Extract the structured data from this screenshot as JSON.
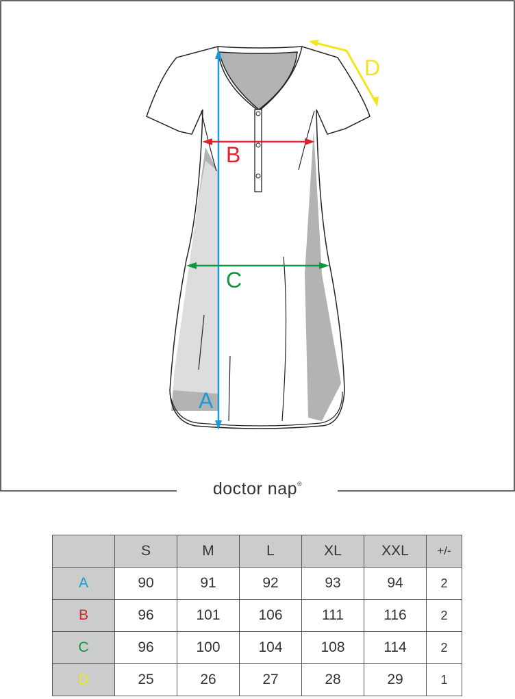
{
  "brand": {
    "name": "doctor nap",
    "mark": "®"
  },
  "diagram": {
    "labels": {
      "A": "A",
      "B": "B",
      "C": "C",
      "D": "D"
    },
    "colors": {
      "A": "#1a9ad6",
      "B": "#e0202a",
      "C": "#0f9640",
      "D": "#f2e51a"
    }
  },
  "table": {
    "headers": [
      "",
      "S",
      "M",
      "L",
      "XL",
      "XXL",
      "+/-"
    ],
    "rows": [
      {
        "label": "A",
        "color": "#1a9ad6",
        "values": [
          "90",
          "91",
          "92",
          "93",
          "94"
        ],
        "tolerance": "2"
      },
      {
        "label": "B",
        "color": "#e0202a",
        "values": [
          "96",
          "101",
          "106",
          "111",
          "116"
        ],
        "tolerance": "2"
      },
      {
        "label": "C",
        "color": "#0f9640",
        "values": [
          "96",
          "100",
          "104",
          "108",
          "114"
        ],
        "tolerance": "2"
      },
      {
        "label": "D",
        "color": "#f2e51a",
        "values": [
          "25",
          "26",
          "27",
          "28",
          "29"
        ],
        "tolerance": "1"
      }
    ]
  }
}
